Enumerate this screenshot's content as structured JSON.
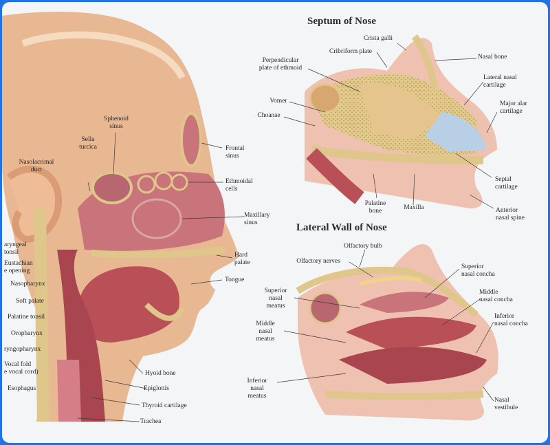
{
  "titles": {
    "septum": "Septum of Nose",
    "lateral": "Lateral Wall of Nose"
  },
  "head_labels": {
    "nasolacrimal_duct": "Nasolacrimal\nduct",
    "sella_turcica": "Sella\nturcica",
    "sphenoid_sinus": "Sphenoid\nsinus",
    "frontal_sinus": "Frontal\nsinus",
    "ethmoidal_cells": "Ethmoidal\ncells",
    "maxillary_sinus": "Maxillary\nsinus",
    "pharyngeal_tonsil": "aryngeal\ntonsil",
    "eustachian_opening": "Eustachian\ne opening",
    "nasopharynx": "Nasopharynx",
    "soft_palate": "Soft palate",
    "palatine_tonsil": "Palatine tonsil",
    "oropharynx": "Oropharynx",
    "laryngopharynx": "ryngopharynx",
    "vocal_fold": "Vocal fold\ne vocal cord)",
    "esophagus": "Esophagus",
    "hard_palate": "Hard\npalate",
    "tongue": "Tongue",
    "hyoid_bone": "Hyoid bone",
    "epiglottis": "Epiglottis",
    "thyroid_cartilage": "Thyroid cartilage",
    "trachea": "Trachea"
  },
  "septum_labels": {
    "crista_galli": "Crista galli",
    "cribriform_plate": "Cribriform plate",
    "nasal_bone": "Nasal bone",
    "perpendicular_plate": "Perpendicular\nplate of ethmoid",
    "lateral_nasal_cartilage": "Lateral nasal\ncartilage",
    "vomer": "Vomer",
    "major_alar_cartilage": "Major alar\ncartilage",
    "choanae": "Choanae",
    "septal_cartilage": "Septal\ncartilage",
    "palatine_bone": "Palatine\nbone",
    "maxilla": "Maxilla",
    "anterior_nasal_spine": "Anterior\nnasal spine"
  },
  "lateral_labels": {
    "olfactory_bulb": "Olfactory bulb",
    "olfactory_nerves": "Olfactory nerves",
    "superior_nasal_concha": "Superior\nnasal concha",
    "superior_nasal_meatus": "Superior\nnasal\nmeatus",
    "middle_nasal_concha": "Middle\nnasal concha",
    "middle_nasal_meatus": "Middle\nnasal\nmeatus",
    "inferior_nasal_concha": "Inferior\nnasal concha",
    "inferior_nasal_meatus": "Inferior\nnasal\nmeatus",
    "nasal_vestibule": "Nasal\nvestibule"
  },
  "colors": {
    "frame": "#1e73e6",
    "skin": "#e8b893",
    "mucosa": "#c9737a",
    "muscle": "#a8454f",
    "bone": "#dfc68a",
    "cartilage": "#b9cfe6"
  }
}
